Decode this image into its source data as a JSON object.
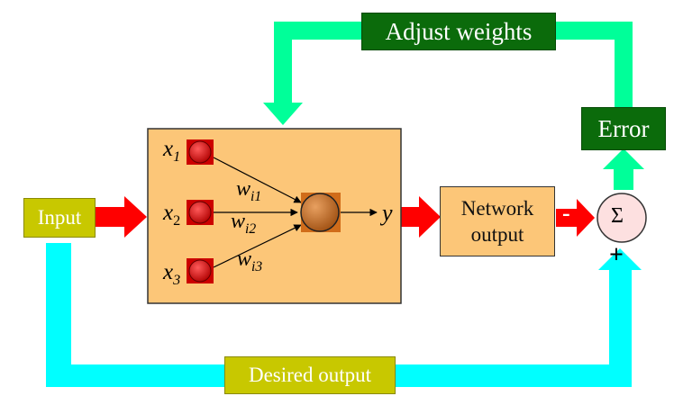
{
  "labels": {
    "adjust_weights": "Adjust weights",
    "error": "Error",
    "input": "Input",
    "network_output_line1": "Network",
    "network_output_line2": "output",
    "desired_output": "Desired output",
    "sigma": "Σ",
    "minus": "-",
    "plus": "+"
  },
  "neuron": {
    "inputs": [
      {
        "var": "x",
        "sub": "1"
      },
      {
        "var": "x",
        "sub": "2"
      },
      {
        "var": "x",
        "sub": "3"
      }
    ],
    "weights": [
      {
        "var": "w",
        "sub": "i1"
      },
      {
        "var": "w",
        "sub": "i2"
      },
      {
        "var": "w",
        "sub": "i3"
      }
    ],
    "output": "y"
  },
  "colors": {
    "feedback_arrow": "#00ff99",
    "desired_arrow": "#00ffff",
    "signal_arrow": "#ff0000",
    "box_fill": "#fcc678",
    "node_fill": "#cc0000",
    "neuron_fill": "#d06c1a"
  }
}
